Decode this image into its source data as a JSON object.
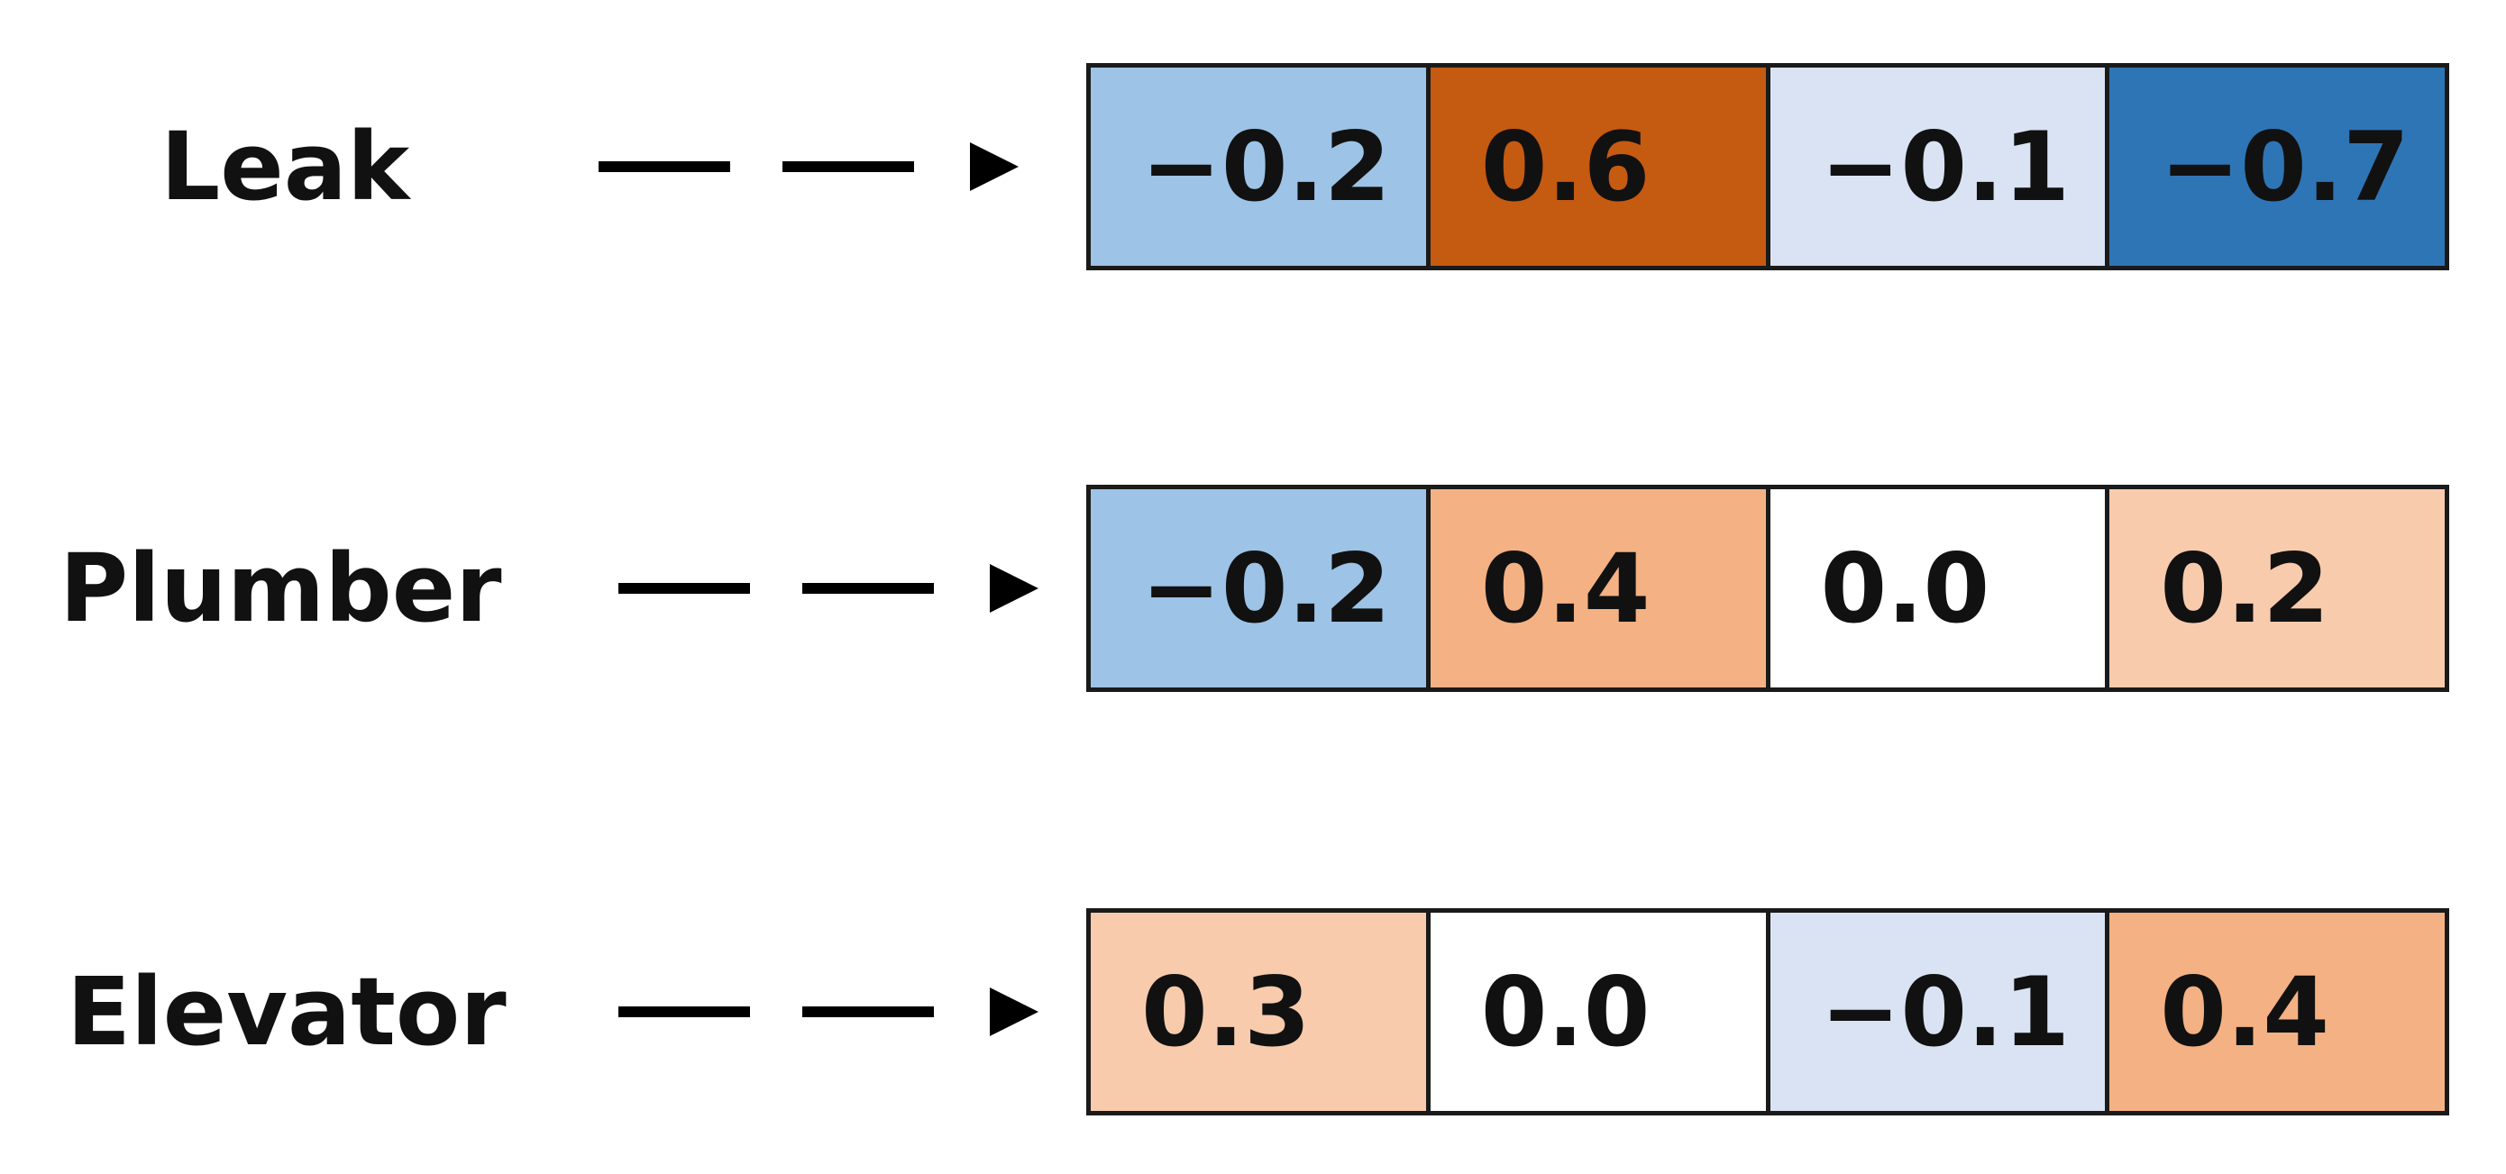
{
  "rows": [
    {
      "word": "Leak",
      "cells": [
        {
          "value": "−0.2",
          "color": "#9dc3e6"
        },
        {
          "value": "0.6",
          "color": "#c55a11"
        },
        {
          "value": "−0.1",
          "color": "#dae3f3"
        },
        {
          "value": "−0.7",
          "color": "#2e75b6"
        }
      ]
    },
    {
      "word": "Plumber",
      "cells": [
        {
          "value": "−0.2",
          "color": "#9dc3e6"
        },
        {
          "value": "0.4",
          "color": "#f4b183"
        },
        {
          "value": "0.0",
          "color": "#ffffff"
        },
        {
          "value": "0.2",
          "color": "#f8cbad"
        }
      ]
    },
    {
      "word": "Elevator",
      "cells": [
        {
          "value": "0.3",
          "color": "#f8cbad"
        },
        {
          "value": "0.0",
          "color": "#ffffff"
        },
        {
          "value": "−0.1",
          "color": "#dae3f3"
        },
        {
          "value": "0.4",
          "color": "#f4b183"
        }
      ]
    }
  ]
}
